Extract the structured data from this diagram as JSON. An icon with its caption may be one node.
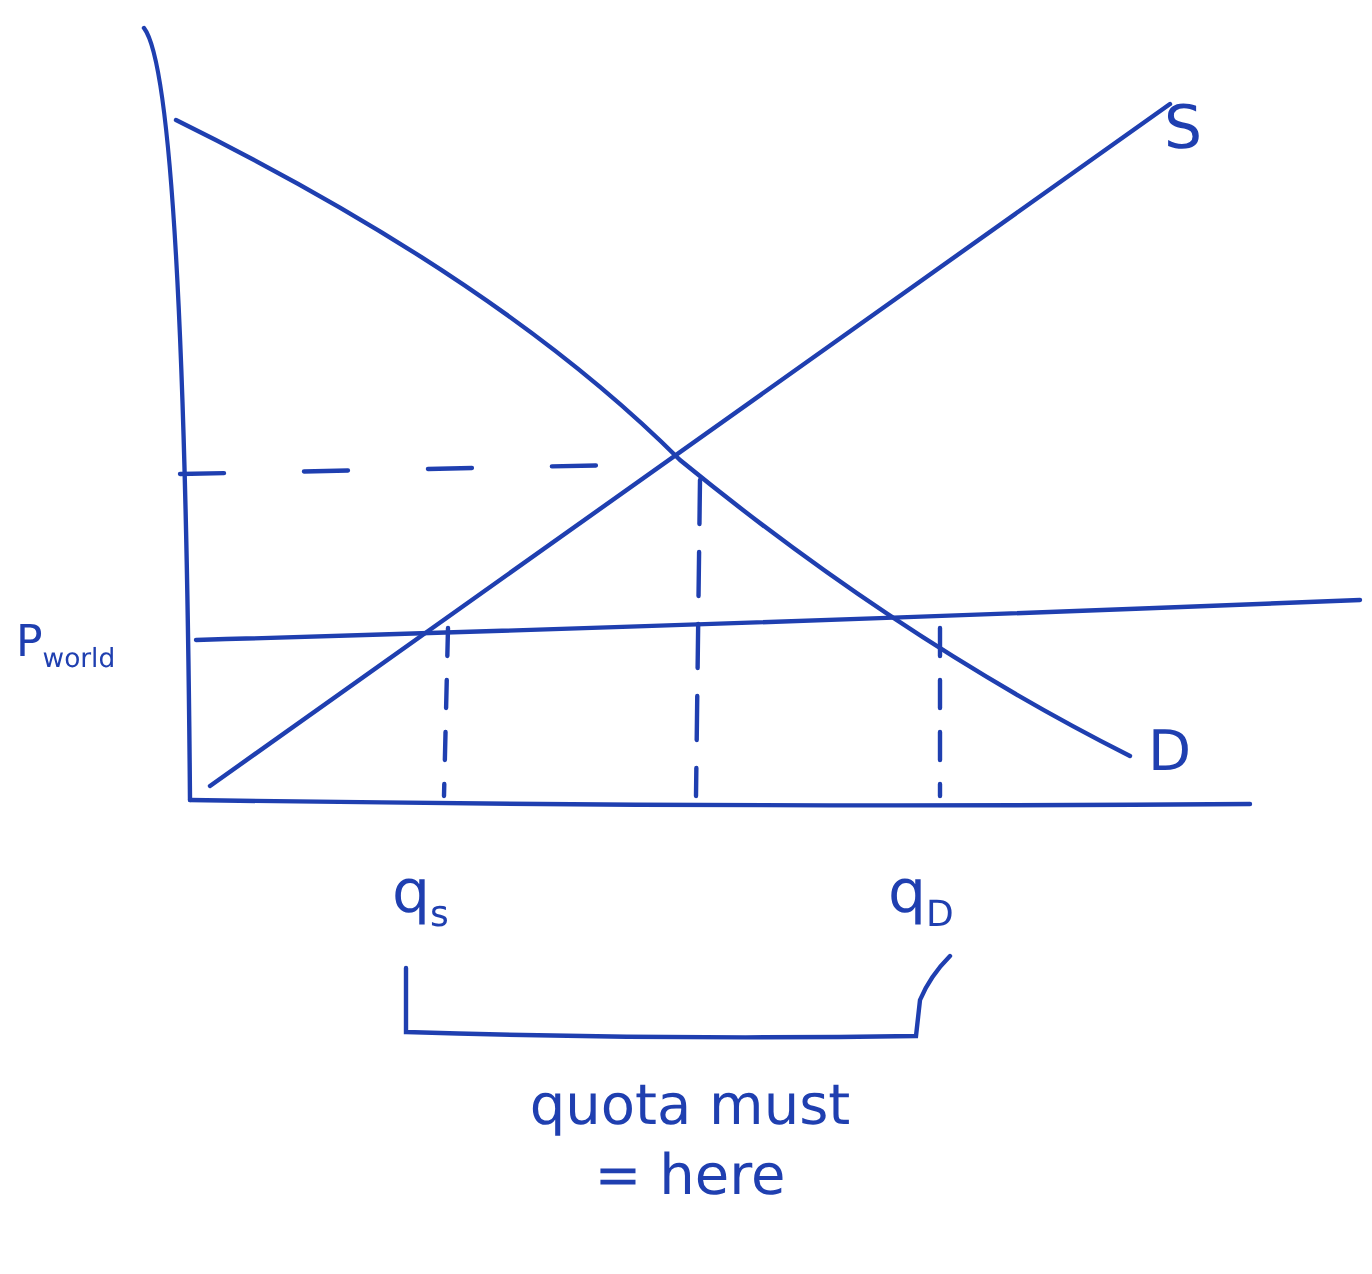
{
  "diagram": {
    "labels": [
      "S",
      "D",
      "P$_{world}$",
      "q$_{s}$",
      "q$_{D}$",
      "quota must = here"
    ]
  }
}
